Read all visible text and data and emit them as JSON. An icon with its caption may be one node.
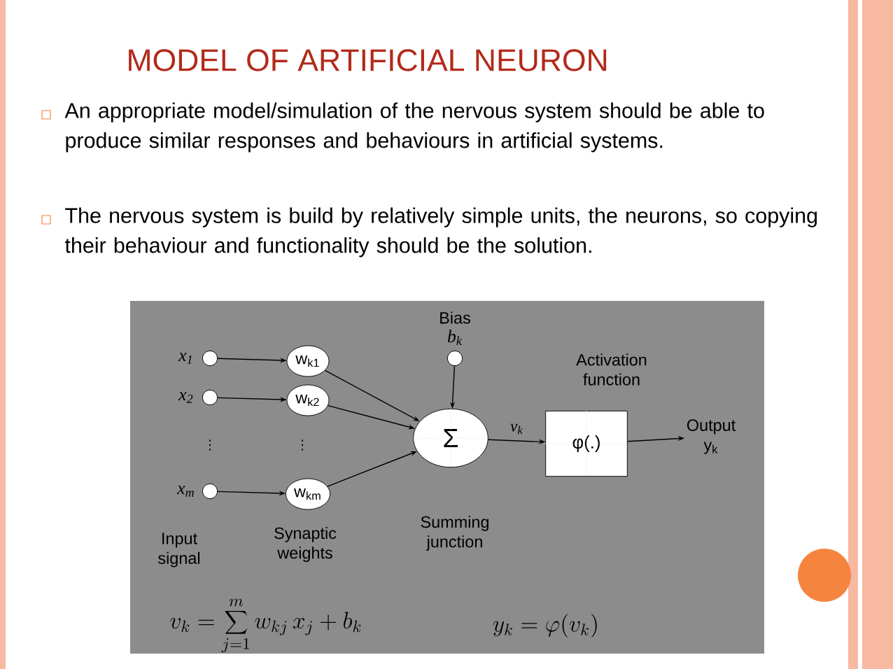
{
  "diagram": {
    "title": "MODEL OF ARTIFICIAL NEURON",
    "nodes": [
      {
        "text": [],
        "shape": "circle",
        "beside": [
          "x$_{1}$"
        ]
      },
      {
        "text": [],
        "shape": "circle",
        "beside": [
          "x$_{2}$"
        ]
      },
      {
        "text": [],
        "shape": "circle",
        "beside": [
          "x$_{m}$"
        ]
      },
      {
        "text": [
          "w$_{k1}$"
        ]
      },
      {
        "text": [
          "w$_{k2}$"
        ]
      },
      {
        "text": [
          "w$_{km}$"
        ]
      },
      {
        "text": [],
        "shape": "circle",
        "beside": [
          "Bias",
          "b$_{k}$"
        ]
      },
      {
        "text": [
          "Σ"
        ],
        "beside": [
          "Summing junction"
        ]
      },
      {
        "text": [
          "φ(.)"
        ],
        "beside": [
          "Activation function"
        ]
      },
      {
        "text": [
          "Output",
          "y$_{k}$"
        ]
      }
    ],
    "edges": [
      {
        "from": 0,
        "to": 3,
        "arrow": "to"
      },
      {
        "from": 1,
        "to": 4,
        "arrow": "to"
      },
      {
        "from": 2,
        "to": 5,
        "arrow": "to"
      },
      {
        "from": 3,
        "to": 7,
        "arrow": "to"
      },
      {
        "from": 4,
        "to": 7,
        "arrow": "to"
      },
      {
        "from": 5,
        "to": 7,
        "arrow": "to"
      },
      {
        "from": 6,
        "to": 7,
        "arrow": "to"
      },
      {
        "from": 7,
        "to": 8,
        "arrow": "to",
        "label": "v$_{k}$"
      },
      {
        "from": 8,
        "to": 9,
        "arrow": "to"
      }
    ],
    "labels": [
      "An appropriate model/simulation of the nervous system should be able to produce similar responses and behaviours in artificial systems.",
      "The nervous system is build by relatively simple units, the neurons, so copying their behaviour and functionality should be the solution.",
      "⋮",
      "⋮",
      "Input signal",
      "Synaptic weights",
      "v_k=\\sum_{j=1}^{m} w_{kj}\\,x_j+b_k",
      "y_k=\\varphi(v_k)"
    ]
  }
}
